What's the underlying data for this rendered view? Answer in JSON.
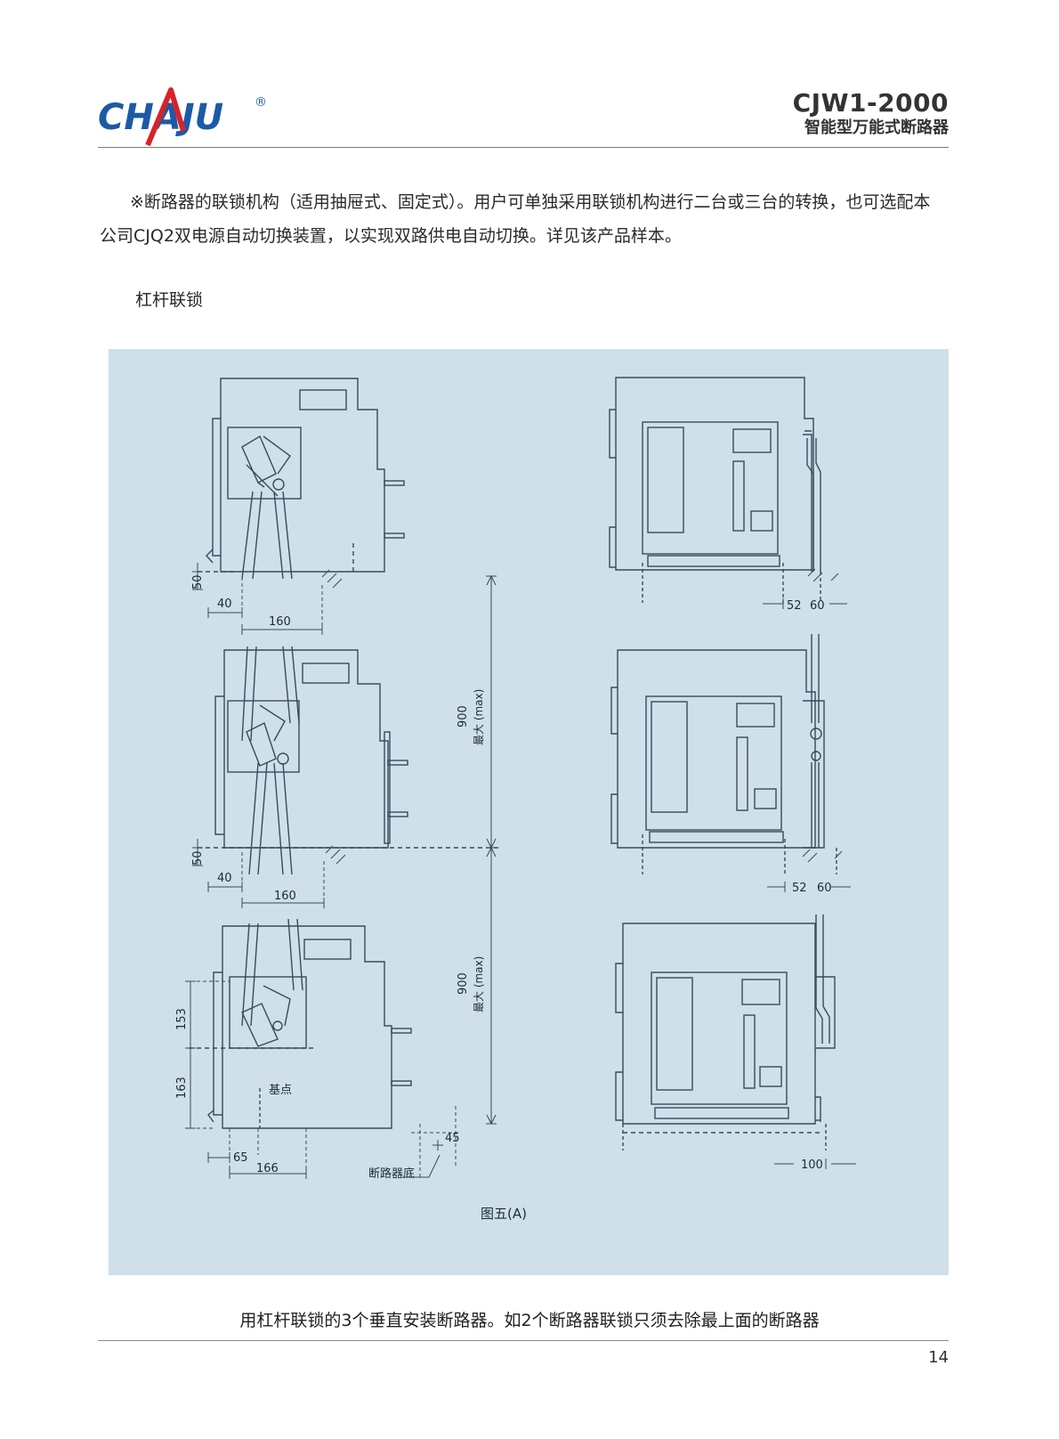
{
  "header": {
    "logo_text": "CHAJU",
    "registered_mark": "®",
    "model": "CJW1-2000",
    "product_name": "智能型万能式断路器"
  },
  "body": {
    "paragraph": "※断路器的联锁机构（适用抽屉式、固定式）。用户可单独采用联锁机构进行二台或三台的转换，也可选配本公司CJQ2双电源自动切换装置，以实现双路供电自动切换。详见该产品样本。",
    "subheading": "杠杆联锁"
  },
  "figure": {
    "label": "图五(A)",
    "dim_50": "50",
    "dim_40": "40",
    "dim_160": "160",
    "dim_900": "900",
    "dim_max": "最大 (max)",
    "dim_52": "52",
    "dim_60": "60",
    "dim_153": "153",
    "dim_163": "163",
    "dim_65": "65",
    "dim_166": "166",
    "dim_45": "45",
    "dim_100": "100",
    "ref_point": "基点",
    "breaker_bottom": "断路器底"
  },
  "caption": "用杠杆联锁的3个垂直安装断路器。如2个断路器联锁只须去除最上面的断路器",
  "page_number": "14",
  "colors": {
    "logo_blue": "#1d5aa6",
    "logo_red": "#d6232a",
    "figure_bg": "#cfe0ea",
    "drawing_line": "#3a4a5c"
  }
}
